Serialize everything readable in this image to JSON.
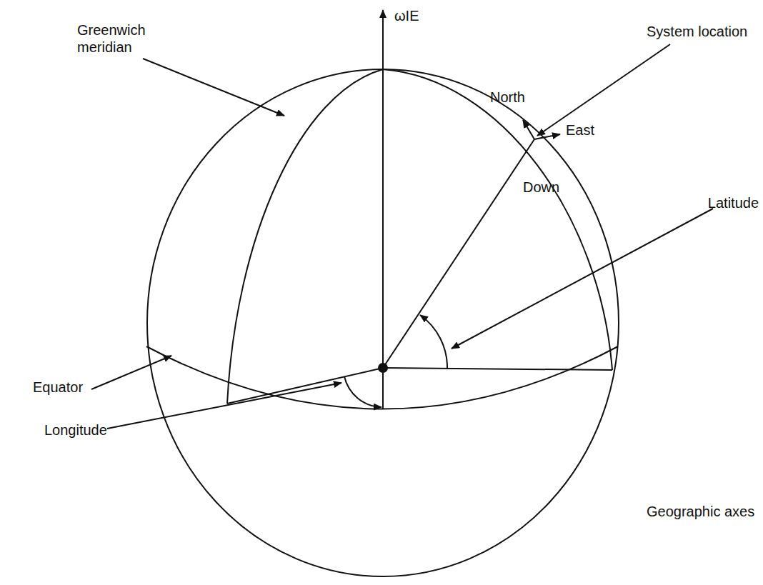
{
  "diagram": {
    "caption": "Geographic axes",
    "labels": [
      "ωIE",
      "Greenwich meridian",
      "System location",
      "North",
      "East",
      "Down",
      "Latitude",
      "Equator",
      "Longitude"
    ]
  }
}
